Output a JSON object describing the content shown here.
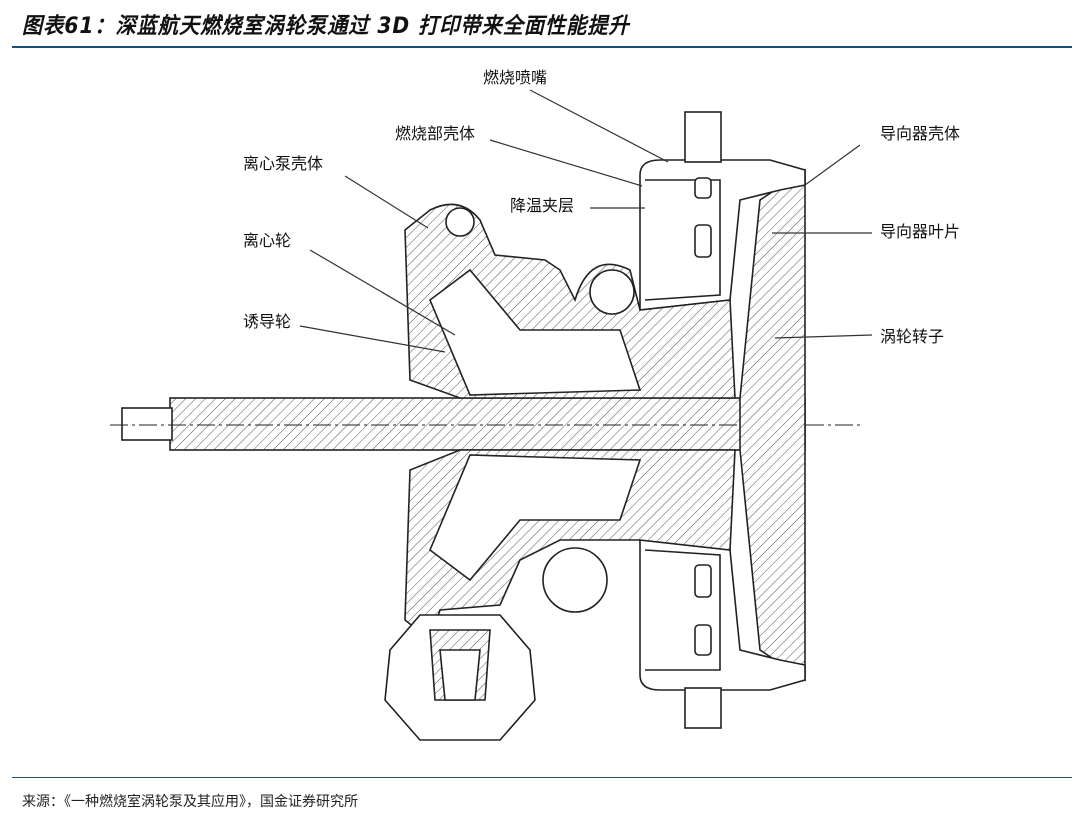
{
  "figure": {
    "title": "图表61：深蓝航天燃烧室涡轮泵通过 3D 打印带来全面性能提升",
    "source": "来源：《一种燃烧室涡轮泵及其应用》，国金证券研究所",
    "accent_color": "#1d4e73"
  },
  "labels": {
    "nozzle": "燃烧喷嘴",
    "combustor_shell": "燃烧部壳体",
    "pump_shell": "离心泵壳体",
    "cooling_jacket": "降温夹层",
    "impeller": "离心轮",
    "inducer": "诱导轮",
    "guide_shell": "导向器壳体",
    "guide_vane": "导向器叶片",
    "turbine_rotor": "涡轮转子"
  }
}
